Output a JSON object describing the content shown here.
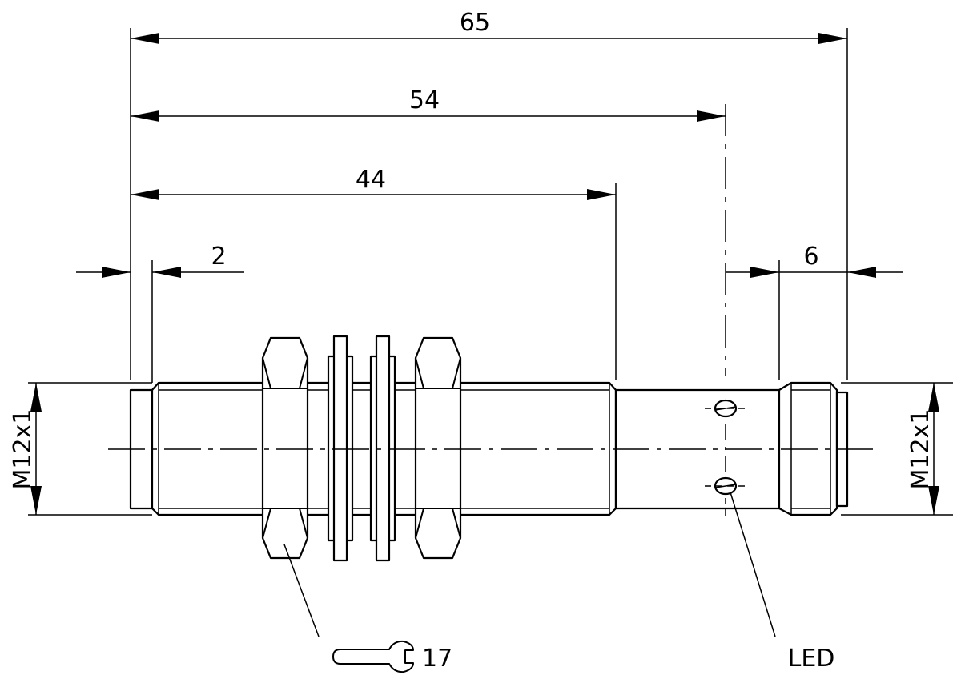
{
  "dimensions": {
    "overall_length": "65",
    "led_position": "54",
    "thread_length": "44",
    "front_offset": "2",
    "connector_length": "6",
    "thread_left": "M12x1",
    "thread_right": "M12x1"
  },
  "callouts": {
    "wrench_size": "17",
    "led_label": "LED"
  }
}
